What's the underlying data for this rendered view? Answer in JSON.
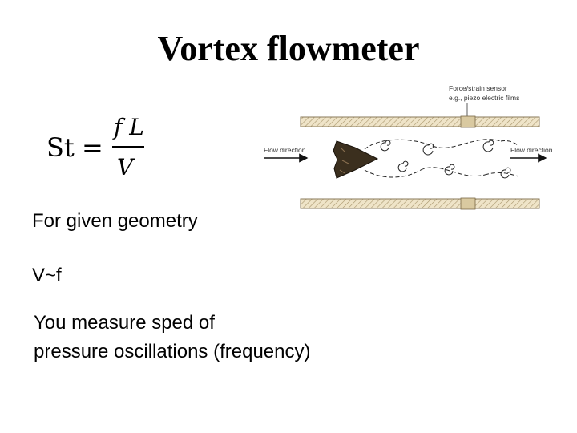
{
  "slide": {
    "title": "Vortex flowmeter",
    "formula": {
      "lhs": "St",
      "equals": "=",
      "numerator": "f L",
      "denominator": "V"
    },
    "lines": [
      "For given geometry",
      "V~f",
      "You measure sped of",
      "pressure oscillations (frequency)"
    ]
  },
  "diagram": {
    "sensor_label_line1": "Force/strain sensor",
    "sensor_label_line2": "e.g., piezo electric films",
    "flow_in_label": "Flow direction",
    "flow_out_label": "Flow direction",
    "colors": {
      "wall_fill": "#e8dcc0",
      "wall_hatch": "#9a8a68",
      "bluff_body": "#3b2f1e"
    }
  }
}
